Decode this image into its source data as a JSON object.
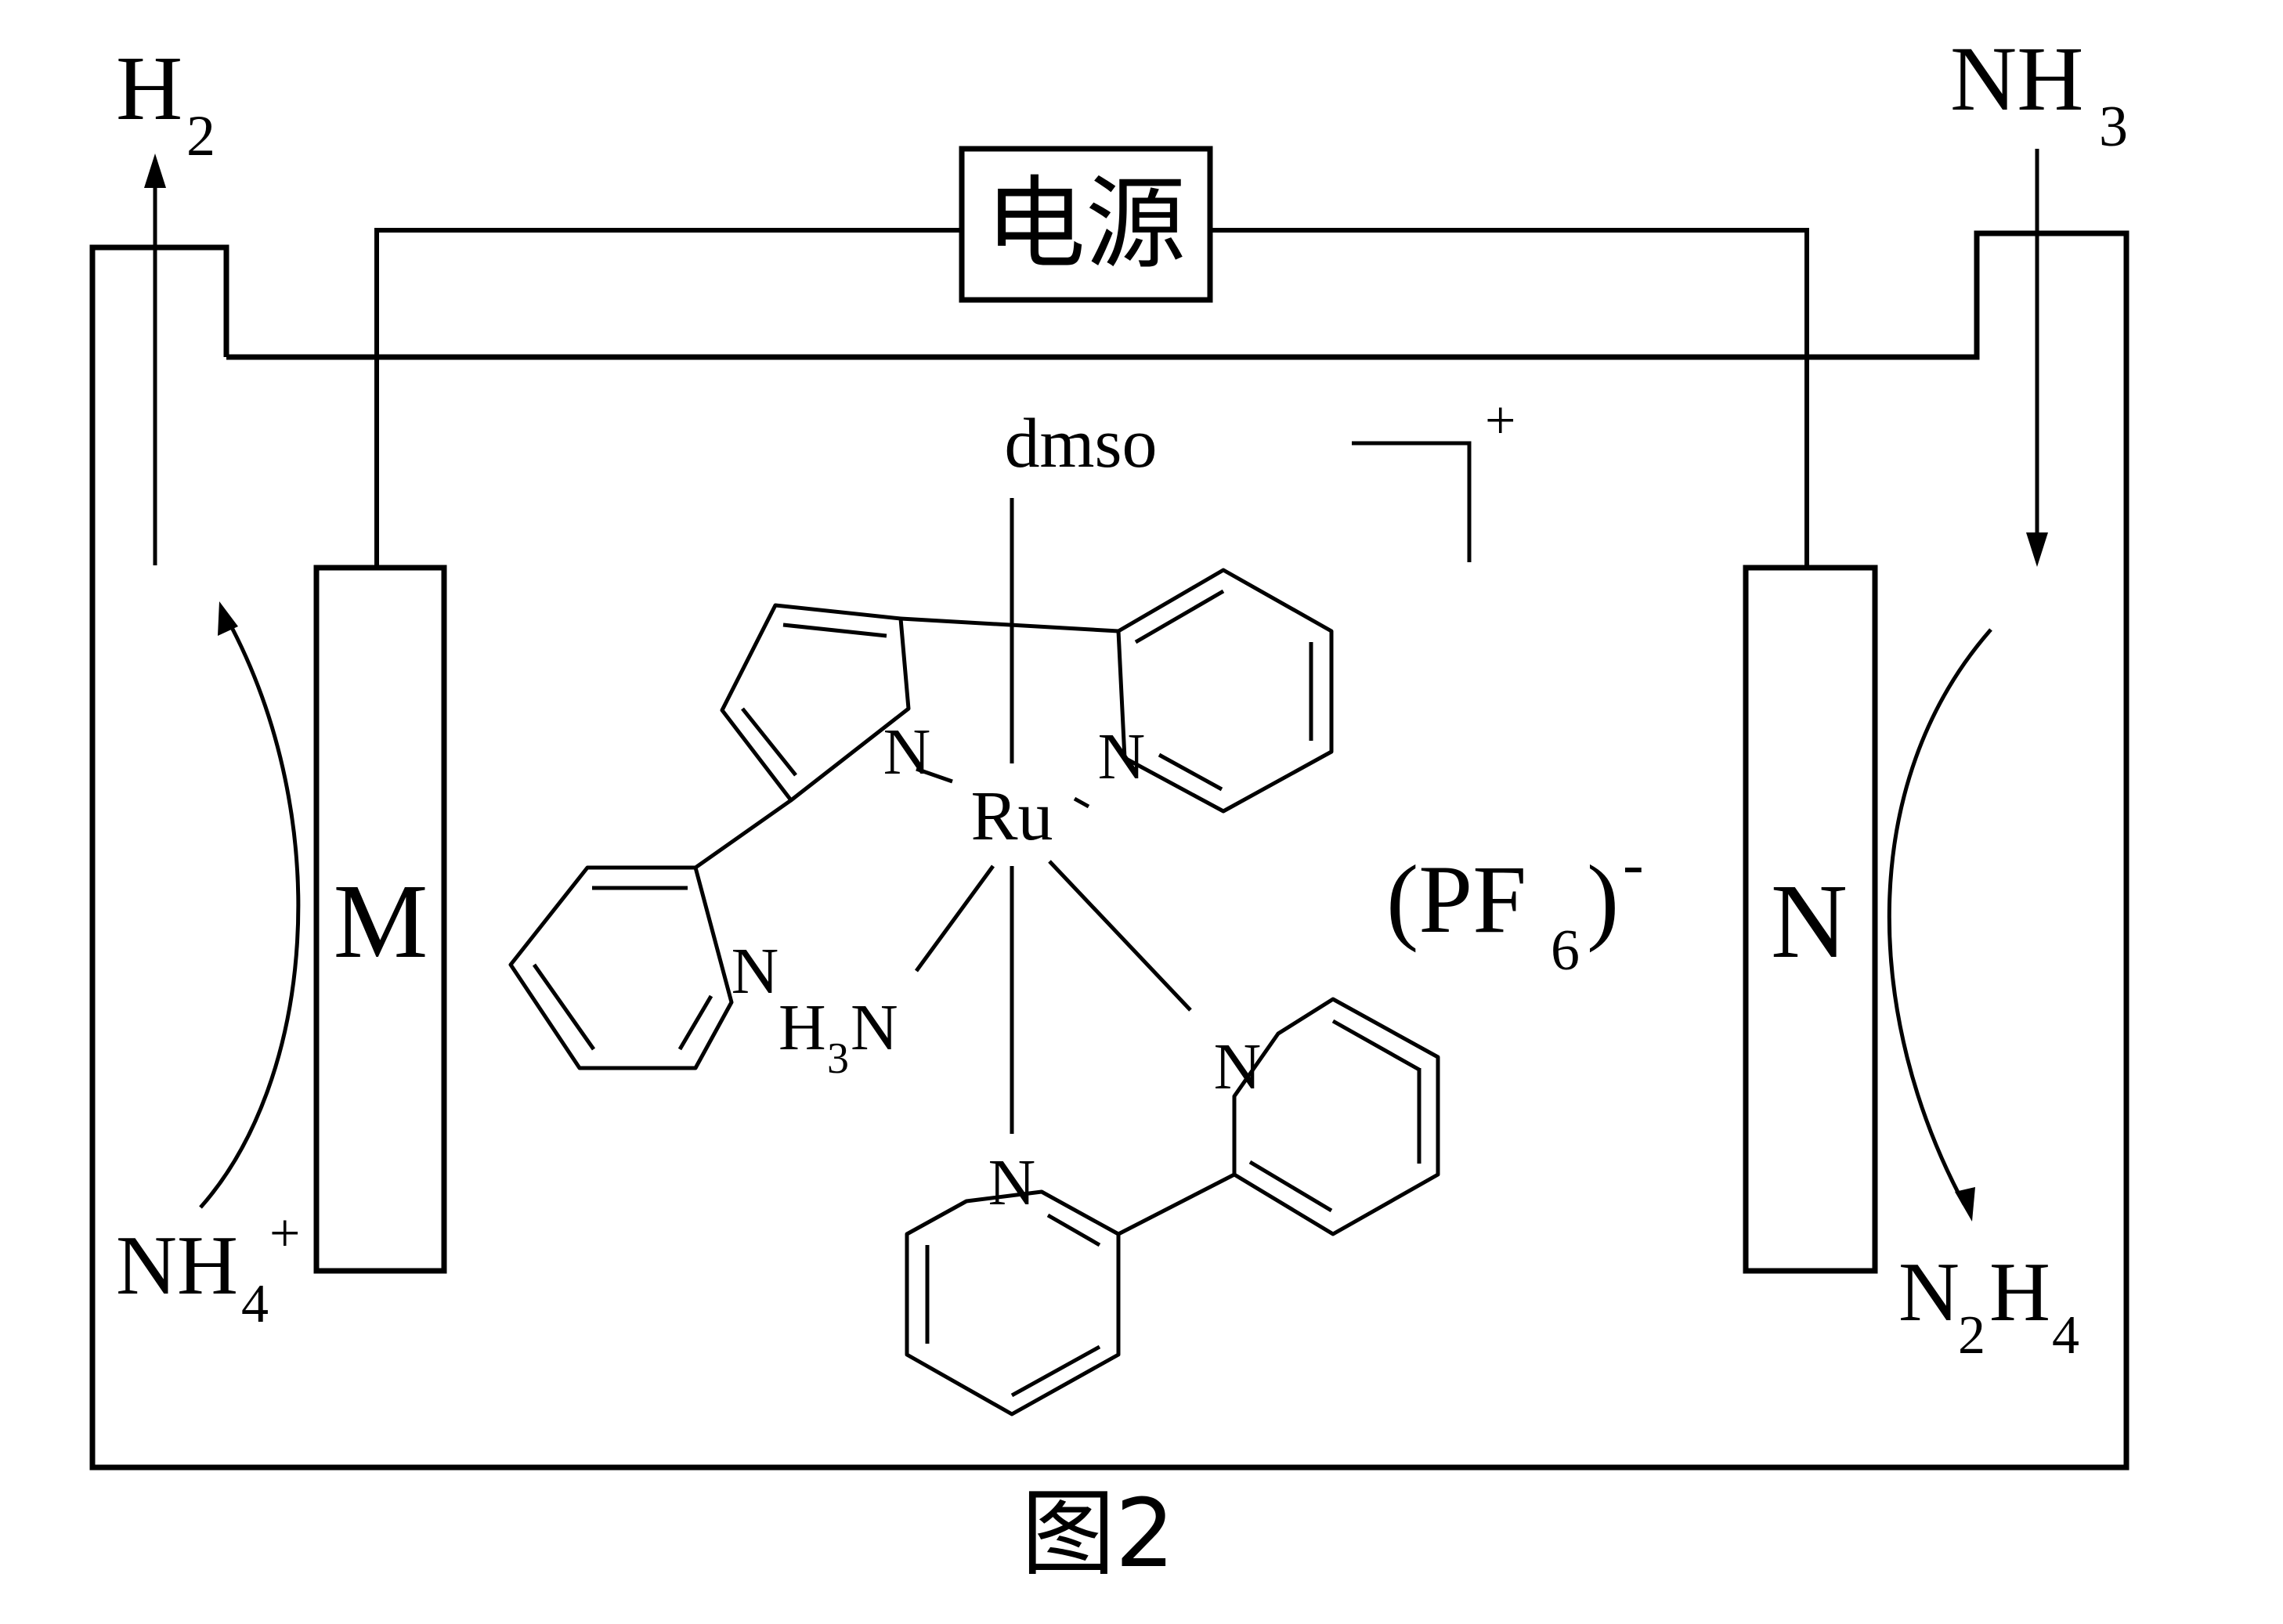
{
  "labels": {
    "power_source": "电源",
    "h2_main": "H",
    "h2_sub": "2",
    "nh3_main": "NH",
    "nh3_sub": "3",
    "nh4_main": "NH",
    "nh4_sub": "4",
    "nh4_sup": "+",
    "n2h4_n": "N",
    "n2h4_n_sub": "2",
    "n2h4_h": "H",
    "n2h4_h_sub": "4",
    "electrode_m": "M",
    "electrode_n": "N",
    "anion_open": "(PF",
    "anion_sub": "6",
    "anion_close": ")",
    "anion_sup": "-",
    "complex_charge": "+",
    "figure_caption": "图2"
  },
  "complex": {
    "metal": "Ru",
    "dmso": "dmso",
    "nh3_h": "H",
    "nh3_sub": "3",
    "nh3_n": "N",
    "n_pyrrole": "N",
    "n_pyridine_right": "N",
    "n_pyridine_left": "N",
    "n_bipy_a": "N",
    "n_bipy_b": "N"
  },
  "colors": {
    "line": "#000000",
    "background": "#ffffff"
  }
}
